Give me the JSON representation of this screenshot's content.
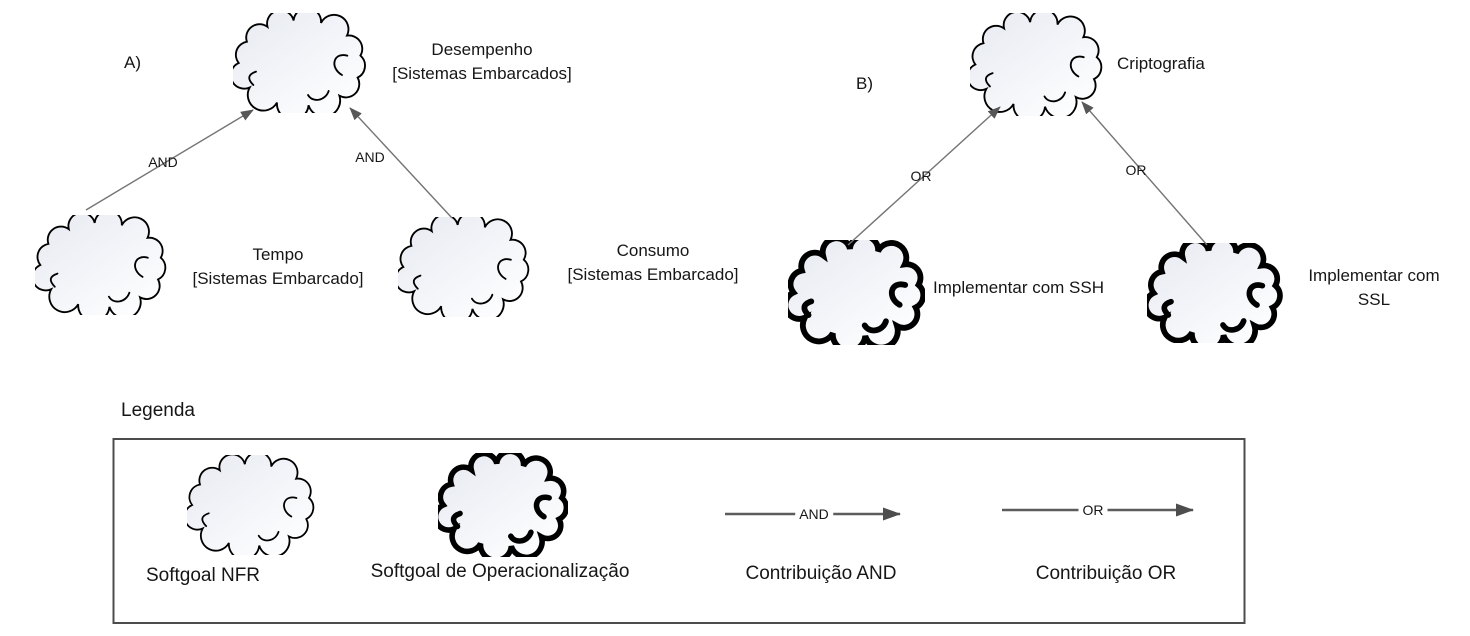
{
  "section_a": {
    "label": "A)",
    "root": {
      "lines": [
        "Desempenho",
        "[Sistemas Embarcados]"
      ],
      "type": "softgoal-nfr"
    },
    "children": [
      {
        "lines": [
          "Tempo",
          "[Sistemas Embarcado]"
        ],
        "type": "softgoal-nfr",
        "contribution": "AND"
      },
      {
        "lines": [
          "Consumo",
          "[Sistemas Embarcado]"
        ],
        "type": "softgoal-nfr",
        "contribution": "AND"
      }
    ]
  },
  "section_b": {
    "label": "B)",
    "root": {
      "lines": [
        "Criptografia"
      ],
      "type": "softgoal-nfr"
    },
    "children": [
      {
        "lines": [
          "Implementar com SSH"
        ],
        "type": "softgoal-operacionalizacao",
        "contribution": "OR"
      },
      {
        "lines": [
          "Implementar com",
          "SSL"
        ],
        "type": "softgoal-operacionalizacao",
        "contribution": "OR"
      }
    ]
  },
  "legend": {
    "title": "Legenda",
    "items": [
      {
        "label": "Softgoal NFR",
        "symbol": "cloud-thin-icon"
      },
      {
        "label": "Softgoal de Operacionalização",
        "symbol": "cloud-bold-icon"
      },
      {
        "label": "Contribuição AND",
        "symbol": "arrow-icon",
        "symbol_label": "AND"
      },
      {
        "label": "Contribuição OR",
        "symbol": "arrow-icon",
        "symbol_label": "OR"
      }
    ]
  },
  "colors": {
    "background": "#ffffff",
    "cloud_outline": "#000000",
    "cloud_fill_top": "#e6e9f0",
    "cloud_fill_bottom": "#ffffff",
    "connector_line": "#747474",
    "arrowhead": "#575757",
    "legend_box_border": "#4c4c4c",
    "text": "#161616"
  }
}
